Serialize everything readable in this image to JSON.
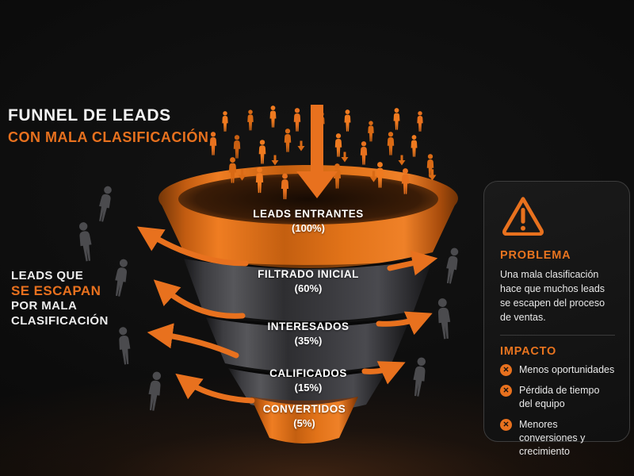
{
  "title": {
    "line1": "FUNNEL DE LEADS",
    "line2": "CON MALA CLASIFICACIÓN"
  },
  "funnel": {
    "type": "funnel",
    "stages": [
      {
        "name": "LEADS ENTRANTES",
        "pct_label": "(100%)",
        "value": 100,
        "color": "orange"
      },
      {
        "name": "FILTRADO INICIAL",
        "pct_label": "(60%)",
        "value": 60,
        "color": "dark"
      },
      {
        "name": "INTERESADOS",
        "pct_label": "(35%)",
        "value": 35,
        "color": "dark"
      },
      {
        "name": "CALIFICADOS",
        "pct_label": "(15%)",
        "value": 15,
        "color": "dark"
      },
      {
        "name": "CONVERTIDOS",
        "pct_label": "(5%)",
        "value": 5,
        "color": "orange"
      }
    ]
  },
  "left_caption": {
    "line1": "LEADS QUE",
    "line2": "SE ESCAPAN",
    "line3": "POR MALA",
    "line4": "CLASIFICACIÓN"
  },
  "panel": {
    "warning_icon": "warning-triangle-icon",
    "problema": {
      "title": "PROBLEMA",
      "text": "Una mala clasificación hace que muchos leads se escapen del proceso de ventas."
    },
    "impacto": {
      "title": "IMPACTO",
      "items": [
        "Menos oportunidades",
        "Pérdida de tiempo del equipo",
        "Menores conversiones y crecimiento"
      ]
    }
  },
  "colors": {
    "accent_orange": "#E8711E",
    "dark_segment": "#3C3C3F",
    "background": "#0A0A0A",
    "panel_border": "#3D3D3D",
    "text_light": "#EDEDED"
  }
}
